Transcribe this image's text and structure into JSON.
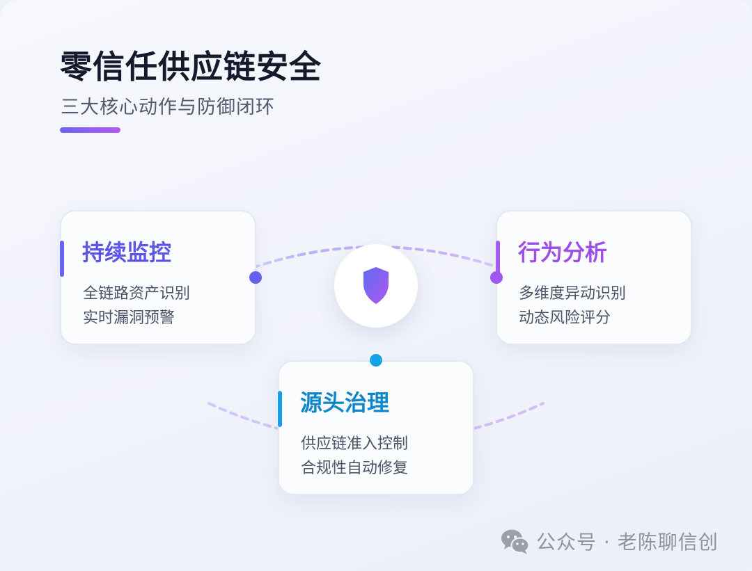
{
  "header": {
    "title": "零信任供应链安全",
    "subtitle": "三大核心动作与防御闭环"
  },
  "cards": {
    "monitor": {
      "title": "持续监控",
      "line1": "全链路资产识别",
      "line2": "实时漏洞预警",
      "color": "#6a62f2"
    },
    "behavior": {
      "title": "行为分析",
      "line1": "多维度异动识别",
      "line2": "动态风险评分",
      "color": "#a65af0"
    },
    "source": {
      "title": "源头治理",
      "line1": "供应链准入控制",
      "line2": "合规性自动修复",
      "color": "#169fe6"
    }
  },
  "hub": {
    "icon": "shield-icon"
  },
  "footer": {
    "icon": "wechat-icon",
    "text": "公众号 · 老陈聊信创"
  }
}
